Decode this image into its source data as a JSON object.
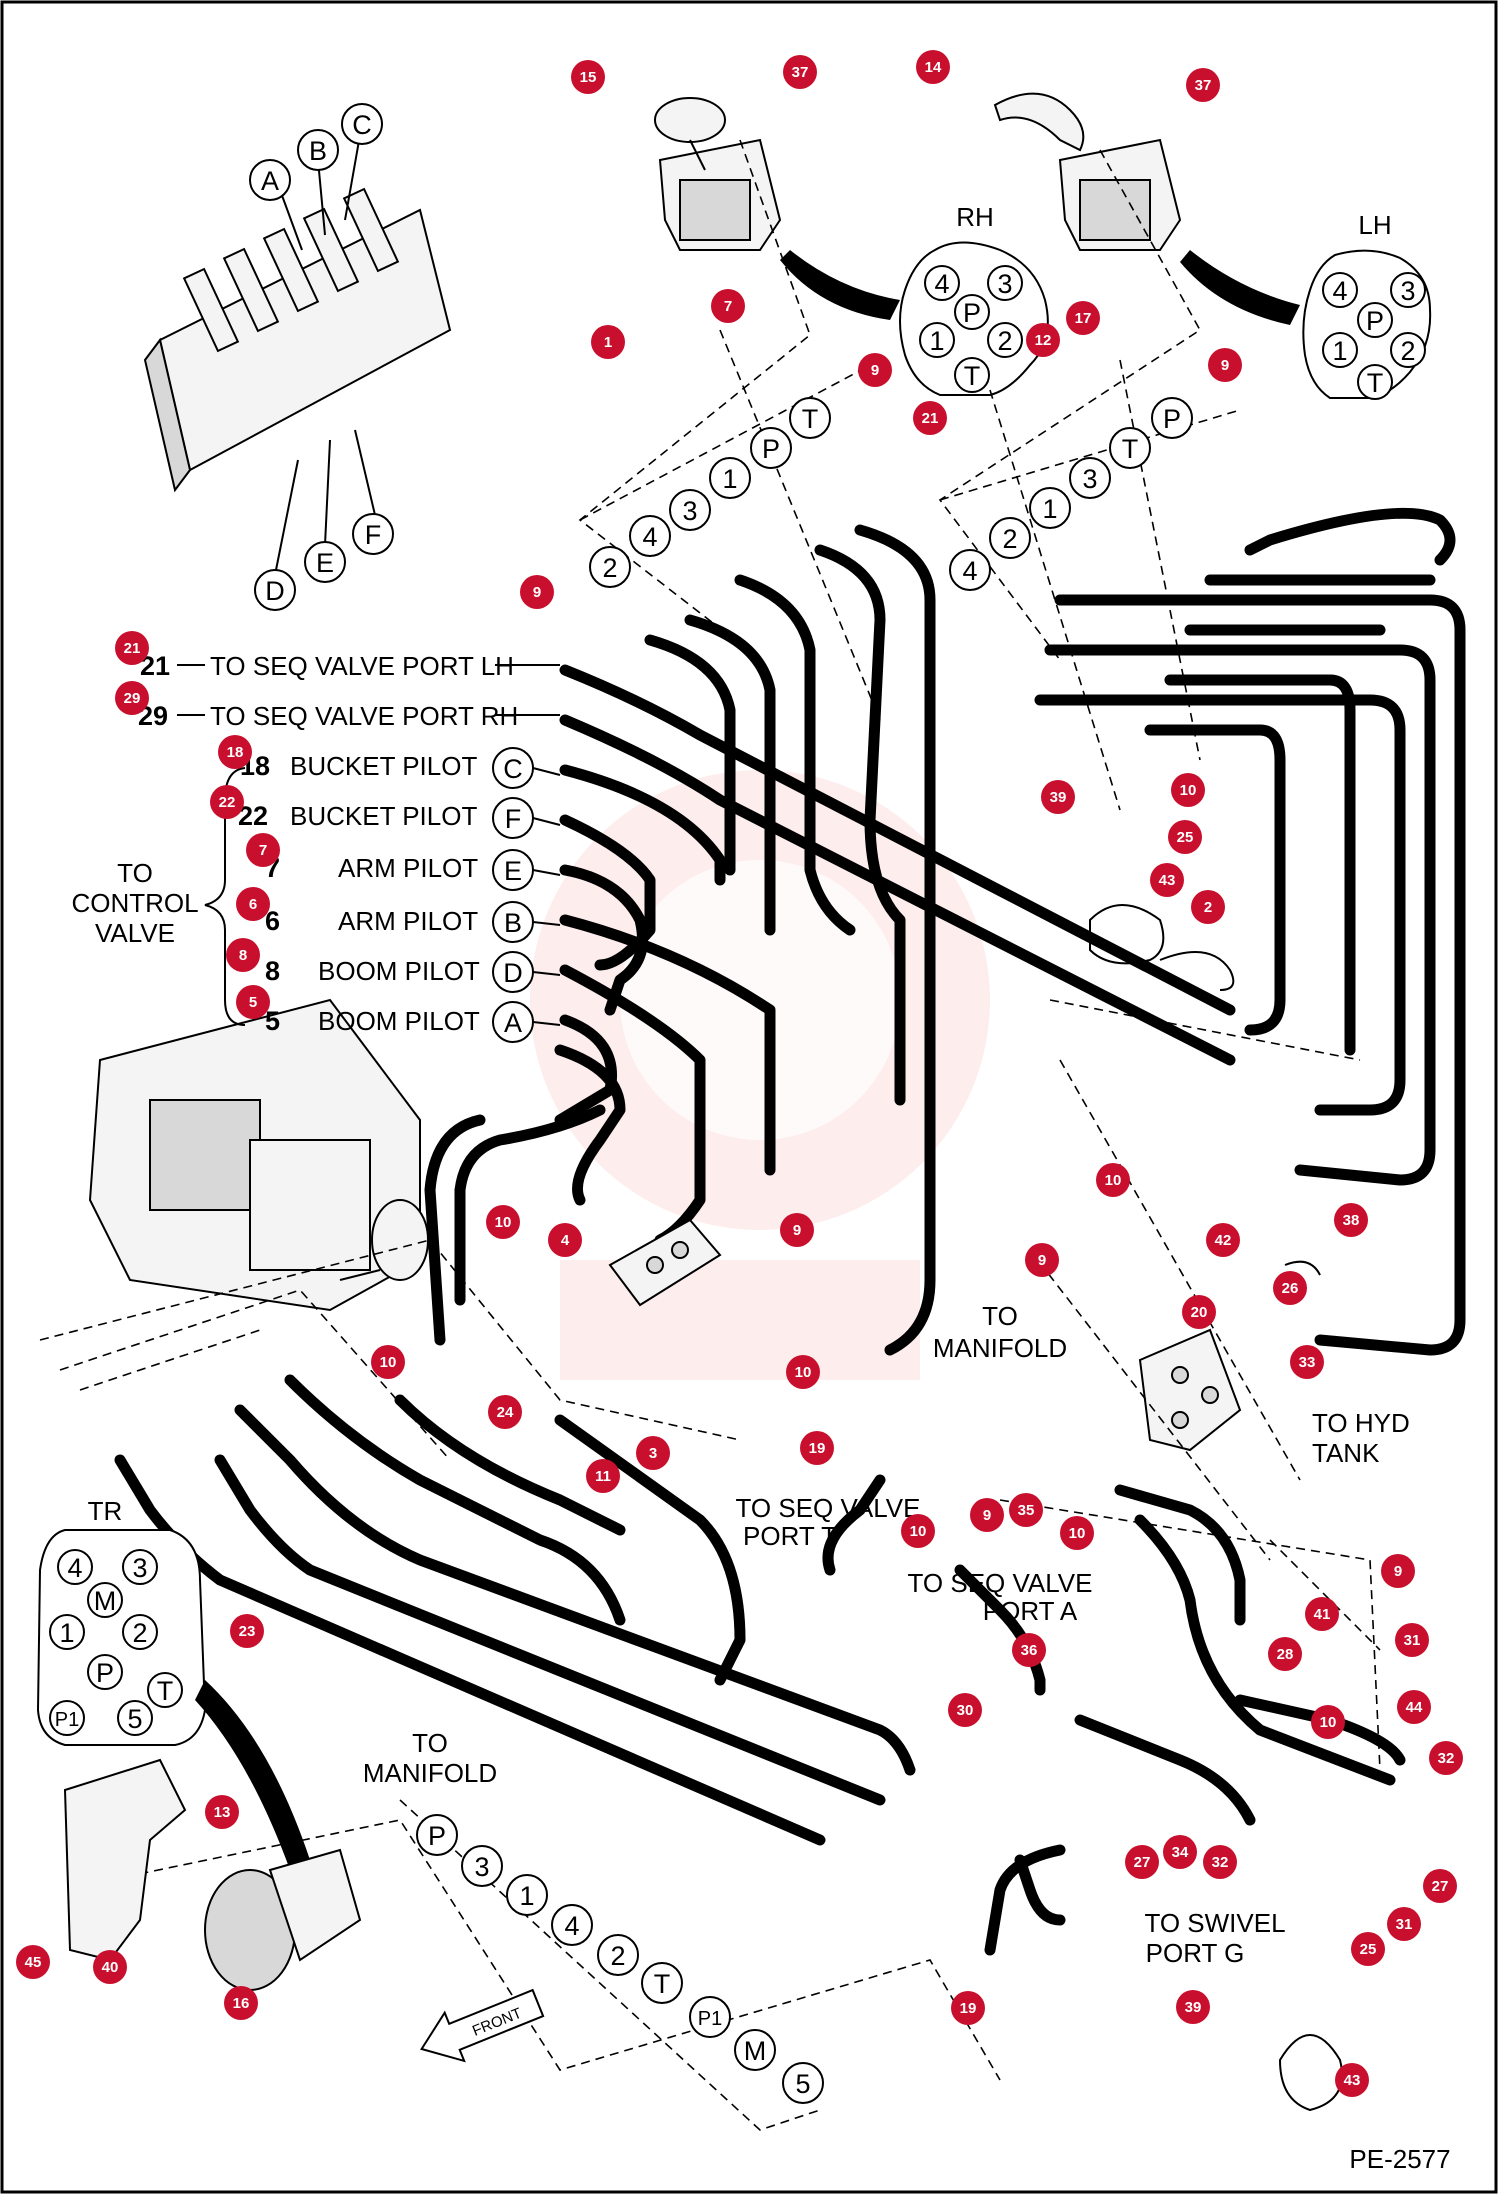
{
  "footer": {
    "code": "PE-2577"
  },
  "joystick_labels": {
    "rh": "RH",
    "lh": "LH",
    "tr": "TR"
  },
  "rh_pins": [
    "4",
    "3",
    "P",
    "1",
    "2",
    "T"
  ],
  "lh_pins": [
    "4",
    "3",
    "P",
    "1",
    "2",
    "T"
  ],
  "tr_pins": [
    "4",
    "3",
    "M",
    "1",
    "2",
    "P",
    "T",
    "P1",
    "5"
  ],
  "control_valve_ports": [
    "A",
    "B",
    "C",
    "D",
    "E",
    "F"
  ],
  "rh_hose_tags": [
    "2",
    "4",
    "3",
    "1",
    "P",
    "T"
  ],
  "lh_hose_tags": [
    "4",
    "2",
    "1",
    "3",
    "T",
    "P"
  ],
  "travel_hose_tags": [
    "P",
    "3",
    "1",
    "4",
    "2",
    "T",
    "P1",
    "M",
    "5"
  ],
  "left_callouts": [
    {
      "num": "21",
      "text": "TO SEQ VALVE PORT LH"
    },
    {
      "num": "29",
      "text": "TO SEQ VALVE PORT RH"
    },
    {
      "num": "18",
      "text": "BUCKET PILOT",
      "port": "C"
    },
    {
      "num": "22",
      "text": "BUCKET PILOT",
      "port": "F"
    },
    {
      "num": "7",
      "text": "ARM PILOT",
      "port": "E"
    },
    {
      "num": "6",
      "text": "ARM PILOT",
      "port": "B"
    },
    {
      "num": "8",
      "text": "BOOM PILOT",
      "port": "D"
    },
    {
      "num": "5",
      "text": "BOOM PILOT",
      "port": "A"
    }
  ],
  "group_label": {
    "line1": "TO",
    "line2": "CONTROL",
    "line3": "VALVE"
  },
  "text_labels": {
    "to_manifold_1": "TO",
    "to_manifold_2": "MANIFOLD",
    "to_hyd_tank_1": "TO HYD",
    "to_hyd_tank_2": "TANK",
    "seq_port_t_1": "TO SEQ VALVE",
    "seq_port_t_2": "PORT T",
    "seq_port_a_1": "TO SEQ VALVE",
    "seq_port_a_2": "PORT A",
    "manifold_low_1": "TO",
    "manifold_low_2": "MANIFOLD",
    "swivel_1": "TO SWIVEL",
    "swivel_2": "PORT G",
    "front": "FRONT"
  },
  "part_numbers": [
    {
      "n": "15"
    },
    {
      "n": "37"
    },
    {
      "n": "14"
    },
    {
      "n": "37"
    },
    {
      "n": "7"
    },
    {
      "n": "1"
    },
    {
      "n": "9"
    },
    {
      "n": "17"
    },
    {
      "n": "12"
    },
    {
      "n": "21"
    },
    {
      "n": "9"
    },
    {
      "n": "9"
    },
    {
      "n": "21"
    },
    {
      "n": "29"
    },
    {
      "n": "18"
    },
    {
      "n": "22"
    },
    {
      "n": "7"
    },
    {
      "n": "6"
    },
    {
      "n": "8"
    },
    {
      "n": "5"
    },
    {
      "n": "10"
    },
    {
      "n": "39"
    },
    {
      "n": "25"
    },
    {
      "n": "43"
    },
    {
      "n": "2"
    },
    {
      "n": "10"
    },
    {
      "n": "4"
    },
    {
      "n": "9"
    },
    {
      "n": "10"
    },
    {
      "n": "10"
    },
    {
      "n": "24"
    },
    {
      "n": "10"
    },
    {
      "n": "38"
    },
    {
      "n": "42"
    },
    {
      "n": "9"
    },
    {
      "n": "26"
    },
    {
      "n": "20"
    },
    {
      "n": "33"
    },
    {
      "n": "11"
    },
    {
      "n": "3"
    },
    {
      "n": "19"
    },
    {
      "n": "10"
    },
    {
      "n": "9"
    },
    {
      "n": "35"
    },
    {
      "n": "10"
    },
    {
      "n": "9"
    },
    {
      "n": "41"
    },
    {
      "n": "23"
    },
    {
      "n": "36"
    },
    {
      "n": "28"
    },
    {
      "n": "31"
    },
    {
      "n": "30"
    },
    {
      "n": "44"
    },
    {
      "n": "10"
    },
    {
      "n": "32"
    },
    {
      "n": "13"
    },
    {
      "n": "27"
    },
    {
      "n": "34"
    },
    {
      "n": "32"
    },
    {
      "n": "27"
    },
    {
      "n": "31"
    },
    {
      "n": "25"
    },
    {
      "n": "45"
    },
    {
      "n": "40"
    },
    {
      "n": "16"
    },
    {
      "n": "19"
    },
    {
      "n": "39"
    },
    {
      "n": "43"
    }
  ],
  "colors": {
    "badge": "#c8102e",
    "line": "#000000",
    "watermark": "#e84a4a"
  }
}
